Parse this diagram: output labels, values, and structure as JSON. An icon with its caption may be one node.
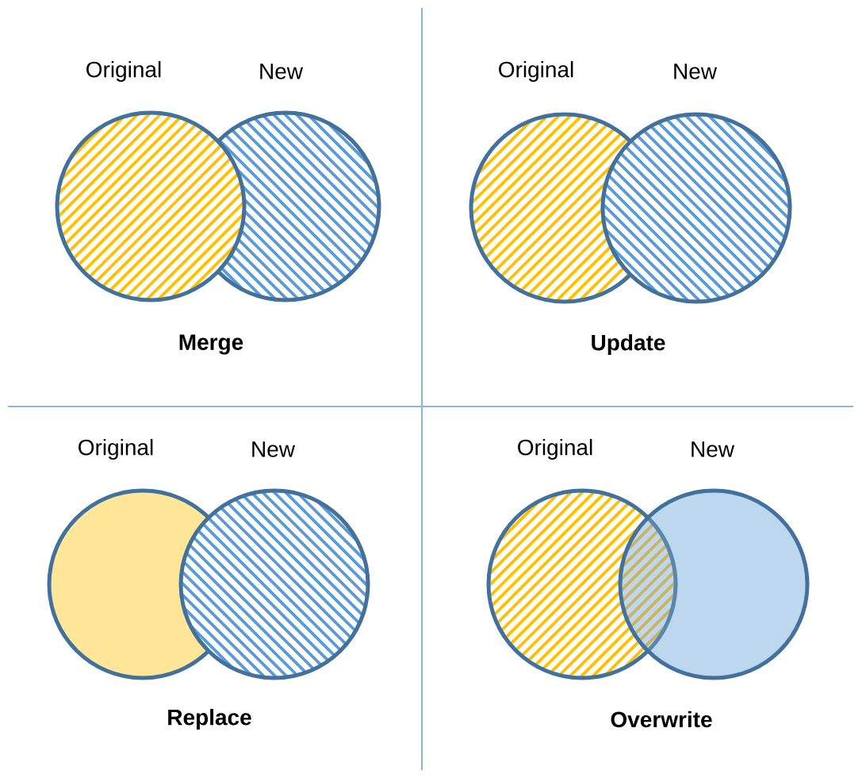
{
  "diagram": {
    "nodes": [
      {
        "text": [
          "Original"
        ]
      },
      {
        "text": [
          "New"
        ]
      },
      {
        "text": [
          "Original"
        ]
      },
      {
        "text": [
          "New"
        ]
      },
      {
        "text": [
          "Original"
        ]
      },
      {
        "text": [
          "New"
        ]
      },
      {
        "text": [
          "Original"
        ]
      },
      {
        "text": [
          "New"
        ]
      }
    ],
    "labels": [
      "Merge",
      "Update",
      "Replace",
      "Overwrite"
    ]
  }
}
